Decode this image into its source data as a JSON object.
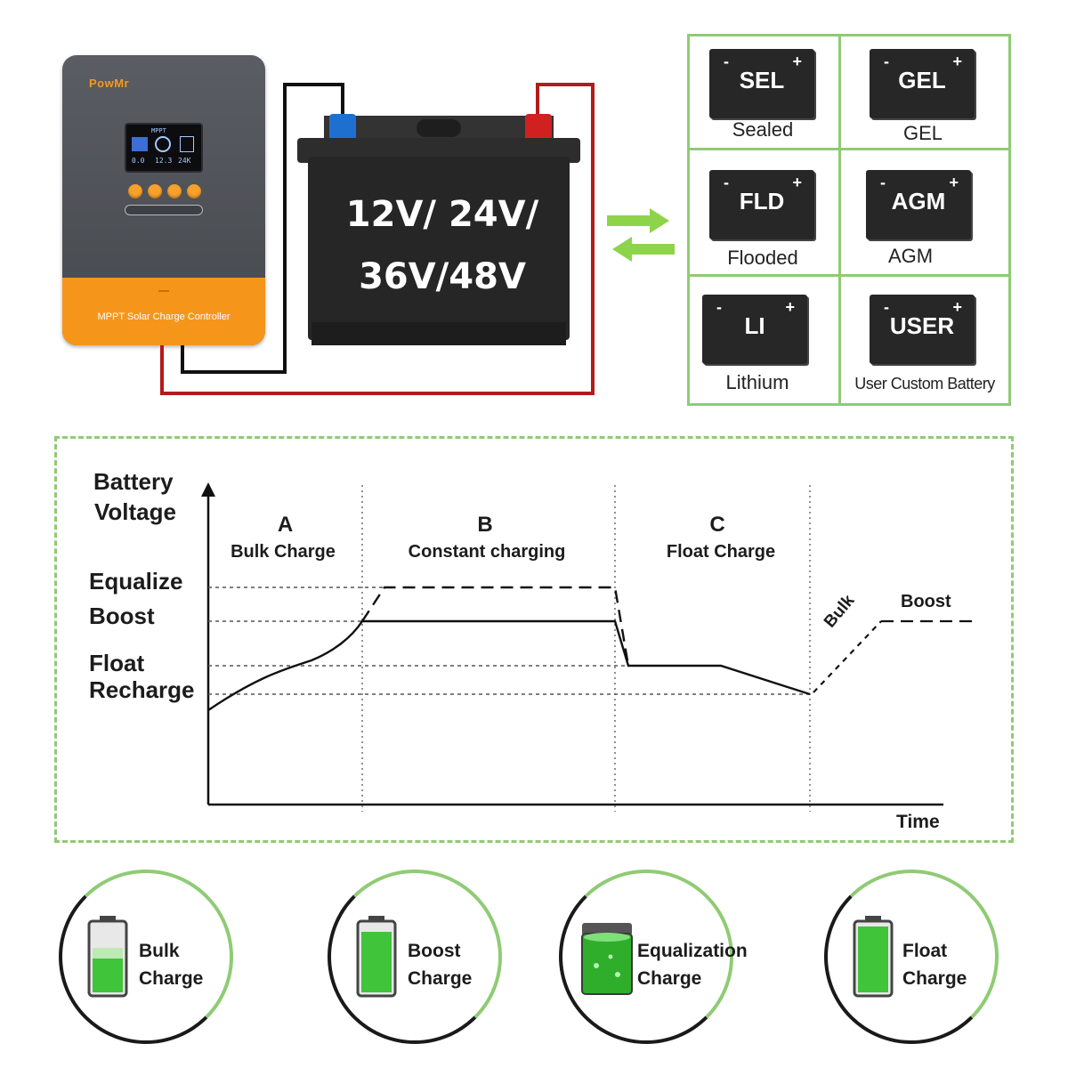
{
  "controller": {
    "brand": "PowMr",
    "screen": {
      "top": "MPPT",
      "values": [
        "0.0",
        "12.3",
        "24K"
      ]
    },
    "model": "MPPT Solar Charge Controller"
  },
  "battery": {
    "line1": "12V/ 24V/",
    "line2": "36V/48V"
  },
  "battery_types": [
    {
      "code": "SEL",
      "name": "Sealed"
    },
    {
      "code": "GEL",
      "name": "GEL"
    },
    {
      "code": "FLD",
      "name": "Flooded"
    },
    {
      "code": "AGM",
      "name": "AGM"
    },
    {
      "code": "LI",
      "name": "Lithium"
    },
    {
      "code": "USER",
      "name": "User Custom Battery"
    }
  ],
  "profile": {
    "y_title_line1": "Battery",
    "y_title_line2": "Voltage",
    "x_title": "Time",
    "levels": [
      "Equalize",
      "Boost",
      "Float",
      "Recharge"
    ],
    "stages": [
      {
        "letter": "A",
        "name": "Bulk Charge"
      },
      {
        "letter": "B",
        "name": "Constant charging"
      },
      {
        "letter": "C",
        "name": "Float Charge"
      }
    ],
    "tail_bulk": "Bulk",
    "tail_boost": "Boost"
  },
  "stages": [
    {
      "line1": "Bulk",
      "line2": "Charge"
    },
    {
      "line1": "Boost",
      "line2": "Charge"
    },
    {
      "line1": "Equalization",
      "line2": "Charge"
    },
    {
      "line1": "Float",
      "line2": "Charge"
    }
  ],
  "colors": {
    "accent_green": "#8fcb74",
    "arrow_green": "#8dd44a",
    "wire_red": "#b31b1b",
    "wire_black": "#111111",
    "controller_orange": "#f5961b"
  }
}
